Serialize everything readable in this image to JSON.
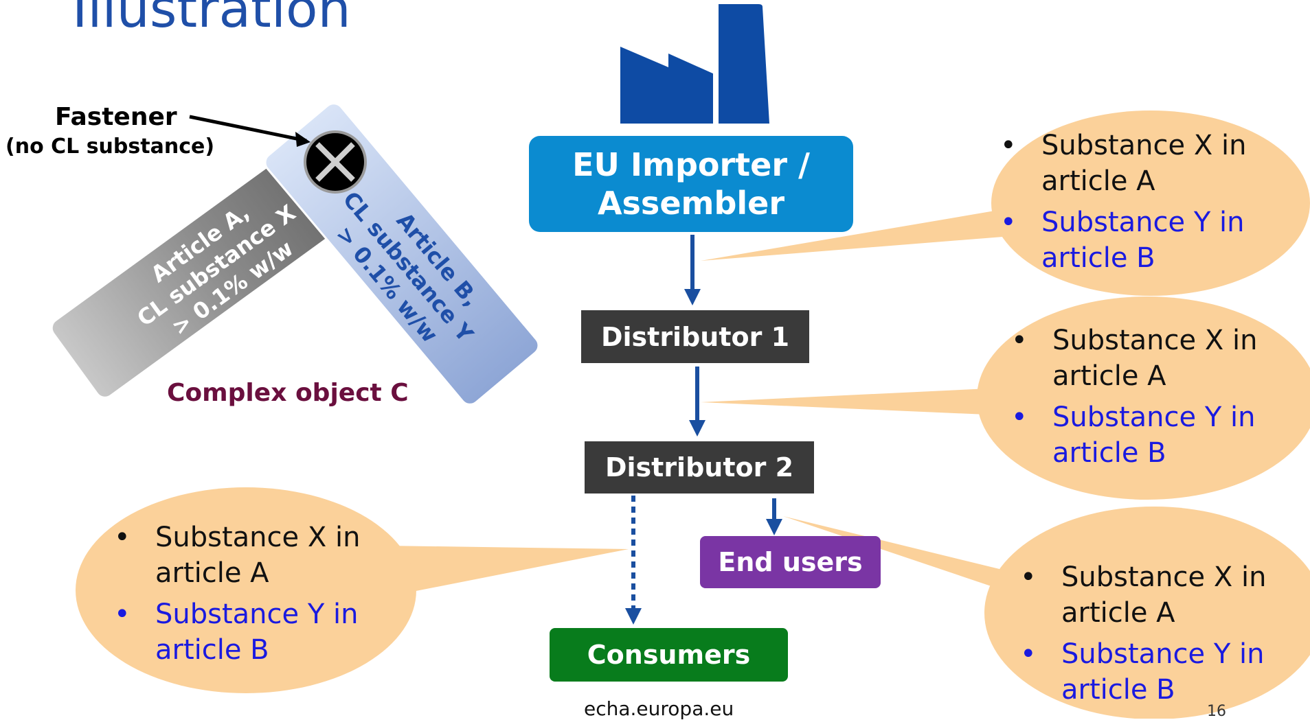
{
  "slide": {
    "title": "Illustration",
    "footer_url": "echa.europa.eu",
    "page_number": "16"
  },
  "object": {
    "fastener_label": "Fastener",
    "fastener_sub": "(no CL substance)",
    "article_a_lines": [
      "Article A,",
      "CL substance X",
      "> 0.1% w/w"
    ],
    "article_b_lines": [
      "Article B,",
      "CL substance Y",
      "> 0.1% w/w"
    ],
    "complex_label": "Complex object C"
  },
  "chain": {
    "importer": "EU Importer / Assembler",
    "distributor1": "Distributor 1",
    "distributor2": "Distributor 2",
    "end_users": "End users",
    "consumers": "Consumers"
  },
  "info": {
    "substance_x": "Substance X in article A",
    "substance_y": "Substance Y in article B"
  },
  "colors": {
    "title": "#1f4fa8",
    "importer": "#0b8bd0",
    "distributor": "#3a3a3a",
    "end_users": "#7a35a4",
    "consumers": "#087c1c",
    "bubble": "#fbd19a",
    "arrow": "#1a4fa0",
    "substance_y_text": "#1a1ae0"
  },
  "icons": [
    "factory-icon",
    "fastener-icon"
  ]
}
